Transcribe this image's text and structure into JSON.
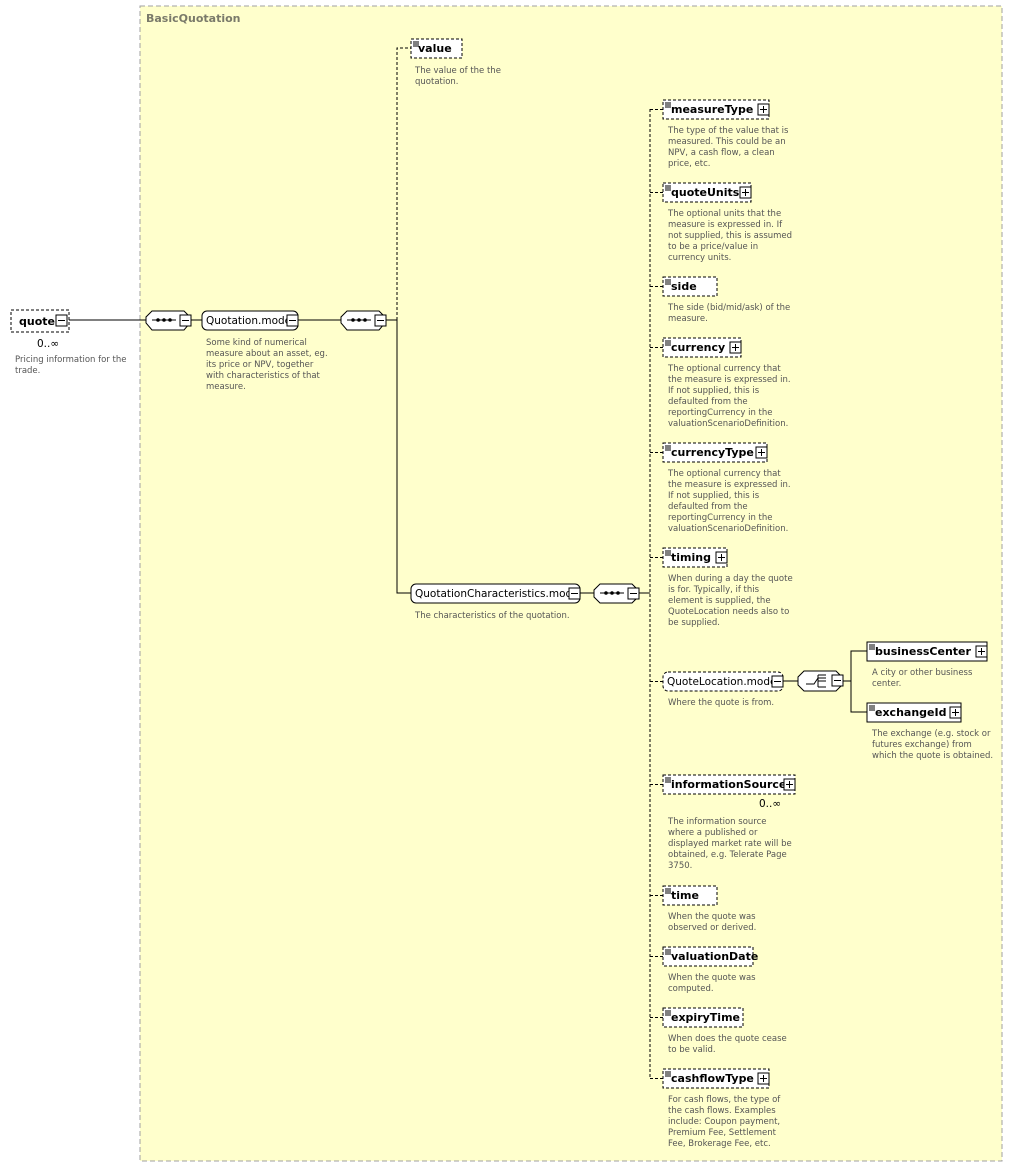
{
  "group": {
    "title": "BasicQuotation"
  },
  "root": {
    "name": "quote",
    "cardinality": "0..∞",
    "doc": [
      "Pricing information for the",
      "trade."
    ]
  },
  "quotation_model": {
    "name": "Quotation.model",
    "doc": [
      "Some kind of numerical",
      "measure about an asset, eg.",
      "its price or NPV, together",
      "with characteristics of that",
      "measure."
    ]
  },
  "value": {
    "name": "value",
    "doc": [
      "The value of the the",
      "quotation."
    ]
  },
  "characteristics_model": {
    "name": "QuotationCharacteristics.model",
    "doc": [
      "The characteristics of the quotation."
    ]
  },
  "children": [
    {
      "name": "measureType",
      "doc": [
        "The type of the value that is",
        "measured. This could be an",
        "NPV, a cash flow, a clean",
        "price, etc."
      ]
    },
    {
      "name": "quoteUnits",
      "doc": [
        "The optional units that the",
        "measure is expressed in. If",
        "not supplied, this is assumed",
        "to be a price/value in",
        "currency units."
      ]
    },
    {
      "name": "side",
      "doc": [
        "The side (bid/mid/ask) of the",
        "measure."
      ]
    },
    {
      "name": "currency",
      "doc": [
        "The optional currency that",
        "the measure is expressed in.",
        "If not supplied, this is",
        "defaulted from the",
        "reportingCurrency in the",
        "valuationScenarioDefinition."
      ]
    },
    {
      "name": "currencyType",
      "doc": [
        "The optional currency that",
        "the measure is expressed in.",
        "If not supplied, this is",
        "defaulted from the",
        "reportingCurrency in the",
        "valuationScenarioDefinition."
      ]
    },
    {
      "name": "timing",
      "doc": [
        "When during a day the quote",
        "is for. Typically, if this",
        "element is supplied, the",
        "QuoteLocation needs also to",
        "be supplied."
      ]
    },
    {
      "name": "QuoteLocation.model",
      "doc": [
        "Where the quote is from."
      ]
    },
    {
      "name": "informationSource",
      "cardinality": "0..∞",
      "doc": [
        "The information source",
        "where a published or",
        "displayed market rate will be",
        "obtained, e.g. Telerate Page",
        "3750."
      ]
    },
    {
      "name": "time",
      "doc": [
        "When the quote was",
        "observed or derived."
      ]
    },
    {
      "name": "valuationDate",
      "doc": [
        "When the quote was",
        "computed."
      ]
    },
    {
      "name": "expiryTime",
      "doc": [
        "When does the quote cease",
        "to be valid."
      ]
    },
    {
      "name": "cashflowType",
      "doc": [
        "For cash flows, the type of",
        "the cash flows. Examples",
        "include: Coupon payment,",
        "Premium Fee, Settlement",
        "Fee, Brokerage Fee, etc."
      ]
    }
  ],
  "location_children": [
    {
      "name": "businessCenter",
      "doc": [
        "A city or other business",
        "center."
      ]
    },
    {
      "name": "exchangeId",
      "doc": [
        "The exchange (e.g. stock or",
        "futures exchange) from",
        "which the quote is obtained."
      ]
    }
  ],
  "colors": {
    "group_fill": "#ffffcc",
    "group_border": "#a0a0a0",
    "line": "#000000",
    "doc_text": "#555555"
  }
}
